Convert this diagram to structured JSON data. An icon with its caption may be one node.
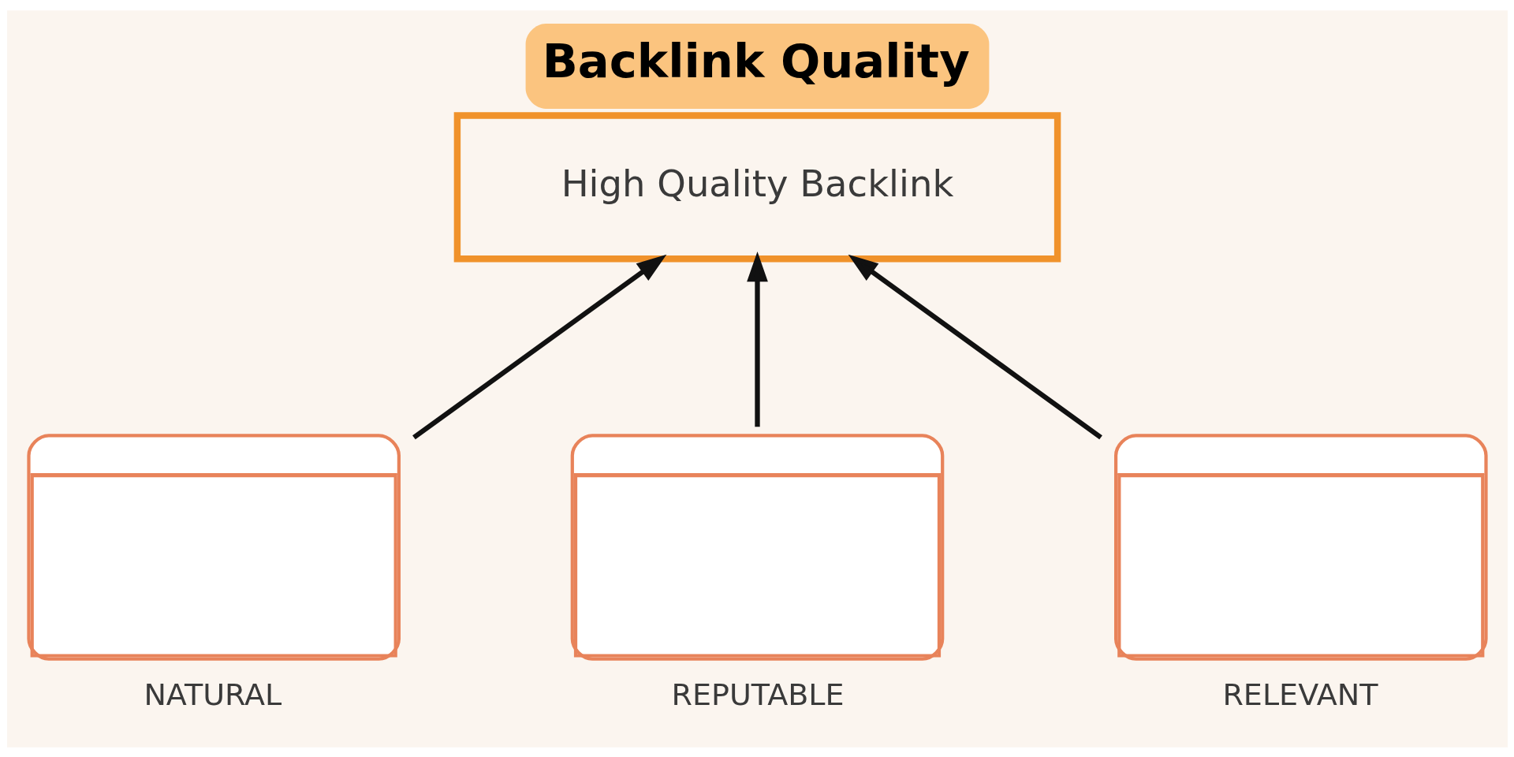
{
  "diagram": {
    "title": "Backlink Quality",
    "nodes": [
      {
        "text": [
          "High Quality Backlink"
        ]
      },
      {
        "text": [
          "NATURAL"
        ]
      },
      {
        "text": [
          "REPUTABLE"
        ]
      },
      {
        "text": [
          "RELEVANT"
        ]
      }
    ],
    "edges": [
      {
        "from": 1,
        "to": 0,
        "arrow": "to"
      },
      {
        "from": 2,
        "to": 0,
        "arrow": "to"
      },
      {
        "from": 3,
        "to": 0,
        "arrow": "to"
      }
    ]
  }
}
